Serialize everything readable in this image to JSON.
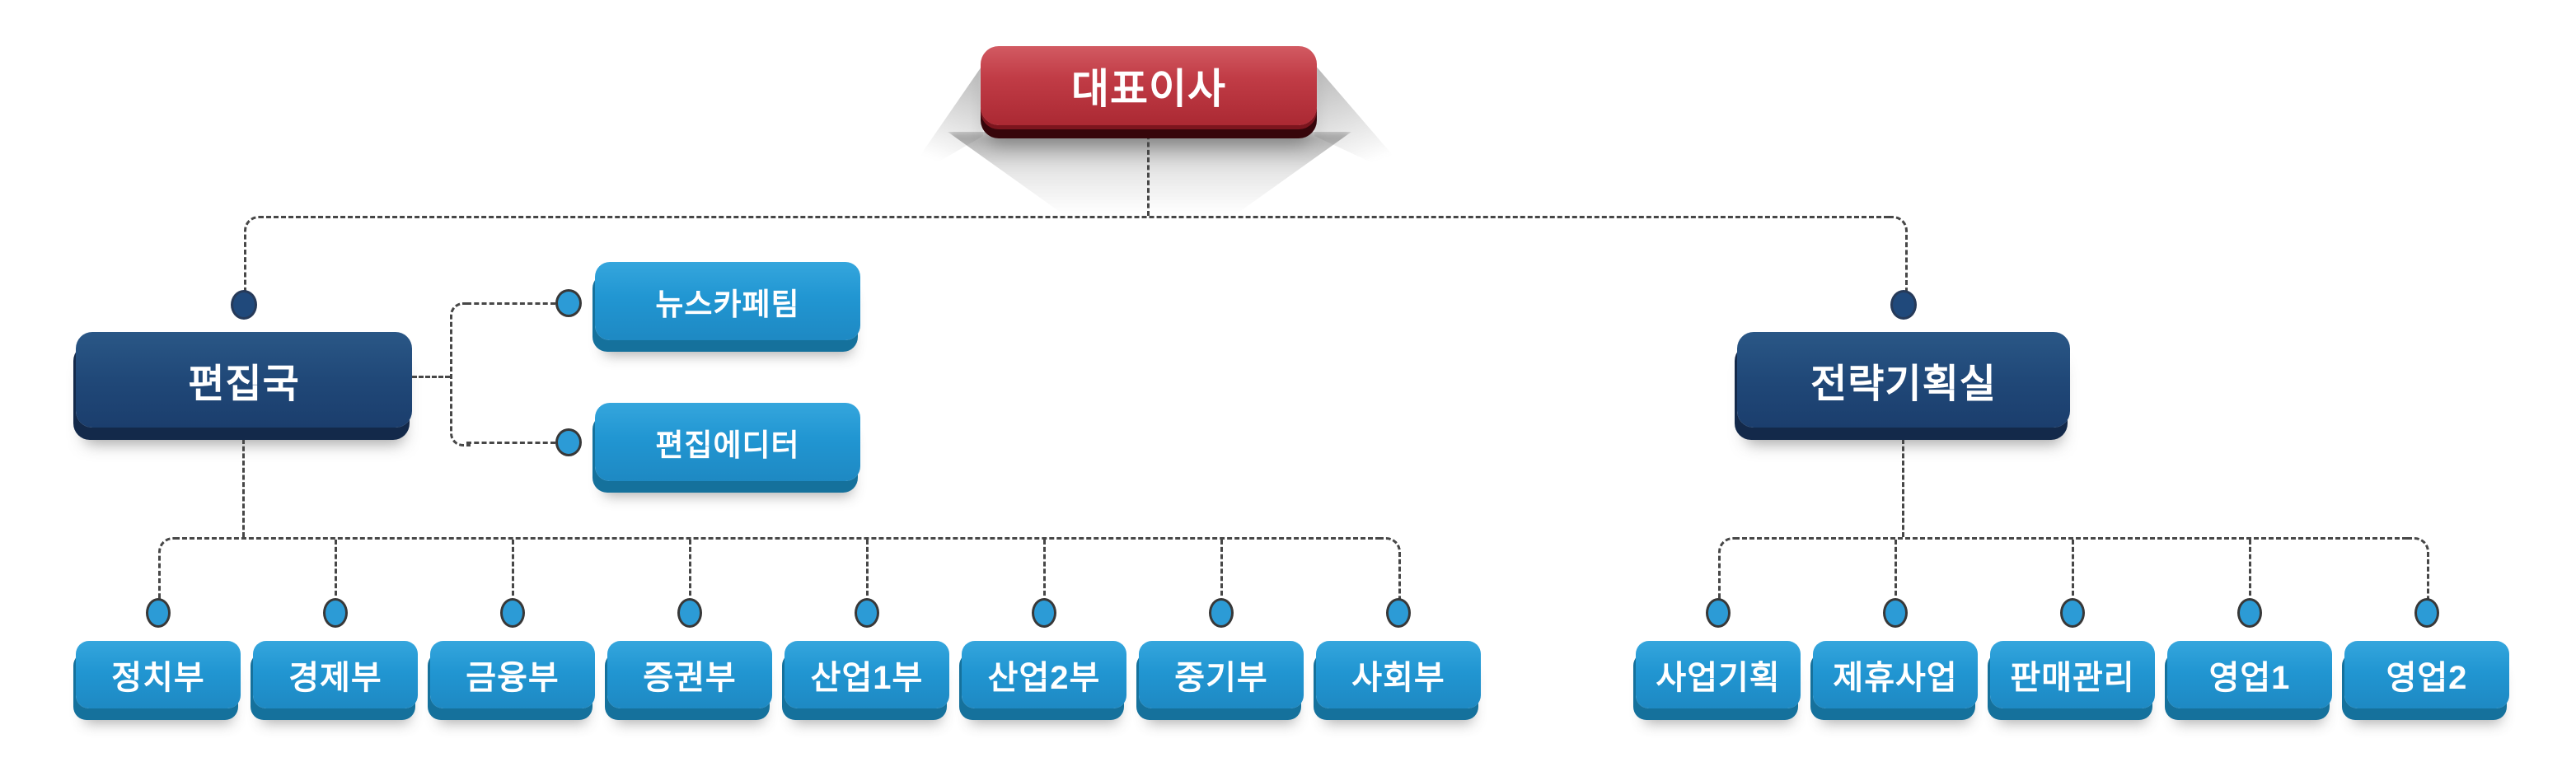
{
  "chart": {
    "root": {
      "label": "대표이사"
    },
    "left": {
      "label": "편집국",
      "staff": [
        {
          "label": "뉴스카페팀"
        },
        {
          "label": "편집에디터"
        }
      ],
      "depts": [
        {
          "label": "정치부"
        },
        {
          "label": "경제부"
        },
        {
          "label": "금융부"
        },
        {
          "label": "증권부"
        },
        {
          "label": "산업1부"
        },
        {
          "label": "산업2부"
        },
        {
          "label": "중기부"
        },
        {
          "label": "사회부"
        }
      ]
    },
    "right": {
      "label": "전략기획실",
      "depts": [
        {
          "label": "사업기획"
        },
        {
          "label": "제휴사업"
        },
        {
          "label": "판매관리"
        },
        {
          "label": "영업1"
        },
        {
          "label": "영업2"
        }
      ]
    }
  },
  "palette": {
    "root_red": "#b5303a",
    "root_red_edge": "#37060b",
    "branch_navy": "#204878",
    "branch_navy_edge": "#13294a",
    "dept_blue": "#2196d2",
    "dept_blue_edge": "#15719c",
    "connector_gray": "#474747",
    "text_white": "#ffffff"
  }
}
